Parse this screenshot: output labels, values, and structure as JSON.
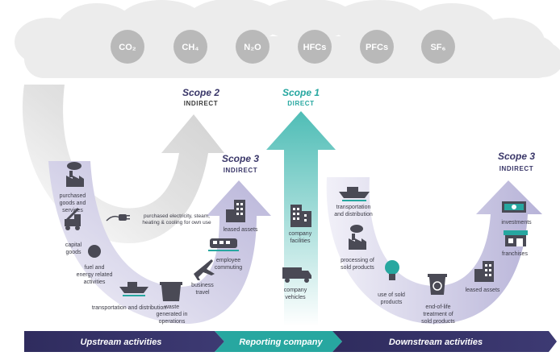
{
  "gases": [
    "CO₂",
    "CH₄",
    "N₂O",
    "HFCs",
    "PFCs",
    "SF₆"
  ],
  "scope2": {
    "title": "Scope 2",
    "subtitle": "INDIRECT"
  },
  "scope1": {
    "title": "Scope 1",
    "subtitle": "DIRECT"
  },
  "scope3_left": {
    "title": "Scope 3",
    "subtitle": "INDIRECT"
  },
  "scope3_right": {
    "title": "Scope 3",
    "subtitle": "INDIRECT"
  },
  "upstream_items": {
    "purchased_goods": [
      "purchased",
      "goods and",
      "services"
    ],
    "capital_goods": [
      "capital",
      "goods"
    ],
    "fuel_energy": [
      "fuel and",
      "energy related",
      "activities"
    ],
    "transportation": [
      "transportation and distribution"
    ],
    "waste": [
      "waste",
      "generated in",
      "operations"
    ],
    "business_travel": [
      "business",
      "travel"
    ],
    "employee_commuting": [
      "employee",
      "commuting"
    ],
    "leased_assets": [
      "leased assets"
    ]
  },
  "purchased_electricity": [
    "purchased electricity, steam,",
    "heating & cooling for own use"
  ],
  "company_items": {
    "facilities": [
      "company",
      "facilities"
    ],
    "vehicles": [
      "company",
      "vehicles"
    ]
  },
  "downstream_items": {
    "transportation": [
      "transportation",
      "and distribution"
    ],
    "processing": [
      "processing of",
      "sold products"
    ],
    "use": [
      "use of sold",
      "products"
    ],
    "end_of_life": [
      "end-of-life",
      "treatment of",
      "sold products"
    ],
    "leased_assets": [
      "leased assets"
    ],
    "franchises": [
      "franchises"
    ],
    "investments": [
      "investments"
    ]
  },
  "bottom_bar": {
    "upstream": "Upstream activities",
    "reporting": "Reporting company",
    "downstream": "Downstream activities"
  },
  "colors": {
    "cloud": "#ededed",
    "gas_circle": "#b9b9b9",
    "gray_arrow": "#d6d6d6",
    "teal": "#27a7a0",
    "teal_light": "#aee0dc",
    "purple": "#3a3769",
    "lavender": "#c6c3df",
    "icon": "#4a4a55"
  }
}
